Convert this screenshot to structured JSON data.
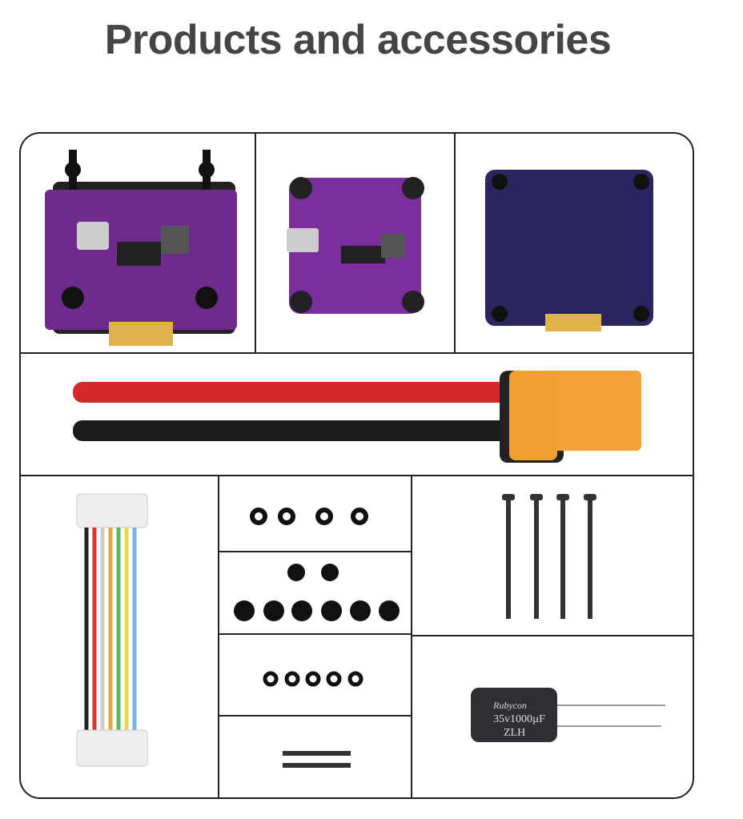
{
  "title": "Products and accessories",
  "capacitor": {
    "brand": "Rubycon",
    "rating": "35v1000µF",
    "series": "ZLH"
  },
  "colors": {
    "title": "#454545",
    "pcb_purple": "#7a2f9c",
    "esc_navy": "#2a2660",
    "wire_red": "#d42a2a",
    "connector": "#f3a23a"
  }
}
